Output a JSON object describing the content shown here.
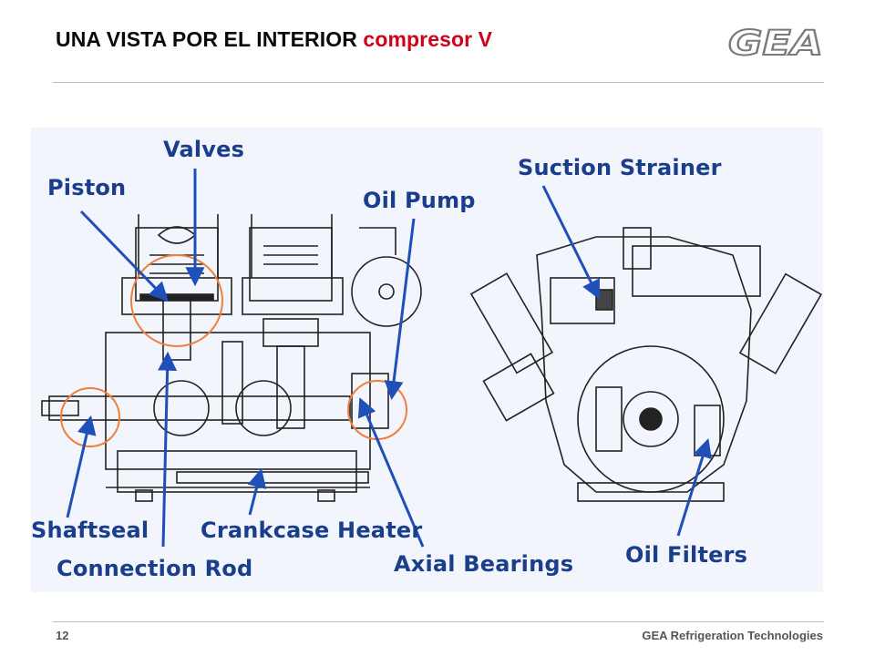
{
  "header": {
    "title_main": "UNA VISTA POR EL INTERIOR",
    "title_accent": "compresor V",
    "logo_text": "GEA"
  },
  "figure": {
    "labels": {
      "valves": "Valves",
      "piston": "Piston",
      "oil_pump": "Oil Pump",
      "suction_strainer": "Suction Strainer",
      "shaftseal": "Shaftseal",
      "crankcase_heater": "Crankcase Heater",
      "connection_rod": "Connection Rod",
      "axial_bearings": "Axial Bearings",
      "oil_filters": "Oil Filters"
    },
    "colors": {
      "callout_text": "#1a3e8c",
      "callout_arrow": "#1f4fb8",
      "highlight_circle": "#f07f3c",
      "drawing_line": "#222222"
    }
  },
  "footer": {
    "page_number": "12",
    "brand": "GEA Refrigeration  Technologies"
  },
  "colors": {
    "title_accent": "#d0021b",
    "rule": "#bdbdbd"
  }
}
